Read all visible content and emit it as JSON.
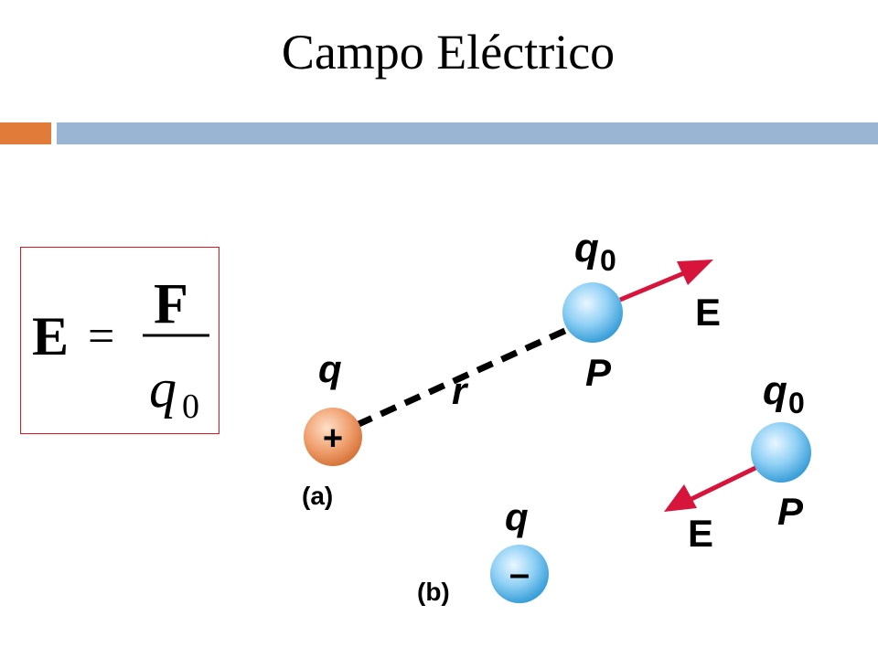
{
  "title": "Campo Eléctrico",
  "formula": {
    "lhs": "E",
    "equals": "=",
    "numerator": "F",
    "denominator_symbol": "q",
    "denominator_subscript": "0"
  },
  "diagram_a": {
    "source_charge_label": "q",
    "source_sign": "+",
    "distance_label": "r",
    "test_charge_label": "q",
    "test_charge_subscript": "0",
    "point_label": "P",
    "field_label": "E",
    "panel_label": "(a)"
  },
  "diagram_b": {
    "source_charge_label": "q",
    "source_sign": "–",
    "test_charge_label": "q",
    "test_charge_subscript": "0",
    "point_label": "P",
    "field_label": "E",
    "panel_label": "(b)"
  },
  "colors": {
    "accent_orange": "#e07b39",
    "accent_blue": "#9ab5d3",
    "formula_border": "#e0141c",
    "arrow": "#d6143c",
    "positive_charge": "#f0a070",
    "sphere_blue": "#8fd0f5"
  }
}
